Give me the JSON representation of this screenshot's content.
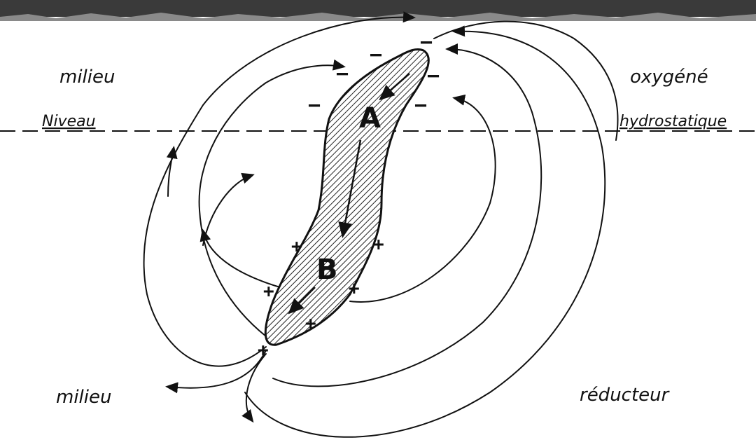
{
  "labels": {
    "milieu_top": "milieu",
    "oxygene": "oxygéné",
    "niveau": "Niveau",
    "hydrostatique": "hydrostatique",
    "milieu_bottom": "milieu",
    "reducteur": "réducteur"
  },
  "body": {
    "top_letter": "A",
    "bottom_letter": "B"
  },
  "charges": {
    "negative": "−",
    "positive": "+"
  }
}
